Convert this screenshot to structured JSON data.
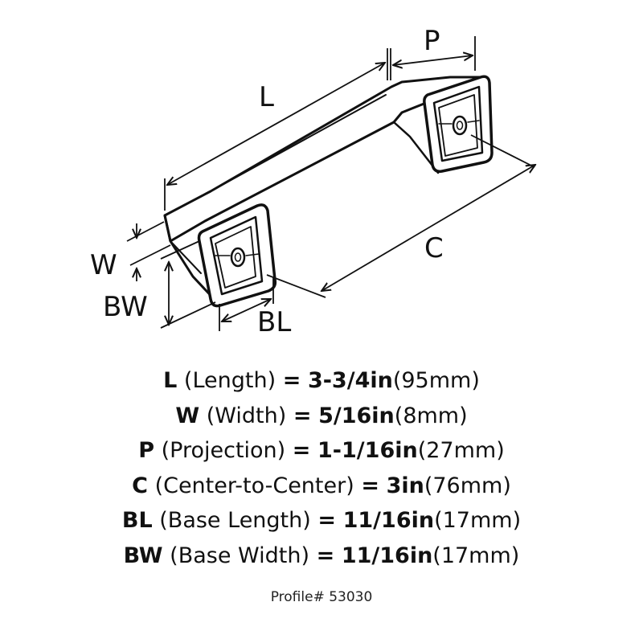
{
  "diagram": {
    "labels": {
      "L": "L",
      "P": "P",
      "W": "W",
      "BW": "BW",
      "C": "C",
      "BL": "BL"
    }
  },
  "specs": [
    {
      "code": "L",
      "name": "(Length)",
      "eq": "=",
      "imperial": "3-3/4in",
      "metric": "(95mm)"
    },
    {
      "code": "W",
      "name": "(Width)",
      "eq": "=",
      "imperial": "5/16in",
      "metric": "(8mm)"
    },
    {
      "code": "P",
      "name": "(Projection)",
      "eq": "=",
      "imperial": "1-1/16in",
      "metric": "(27mm)"
    },
    {
      "code": "C",
      "name": "(Center-to-Center)",
      "eq": "=",
      "imperial": "3in",
      "metric": "(76mm)"
    },
    {
      "code": "BL",
      "name": "(Base Length)",
      "eq": "=",
      "imperial": "11/16in",
      "metric": "(17mm)"
    },
    {
      "code": "BW",
      "name": "(Base Width)",
      "eq": "=",
      "imperial": "11/16in",
      "metric": "(17mm)"
    }
  ],
  "profile": "Profile# 53030"
}
